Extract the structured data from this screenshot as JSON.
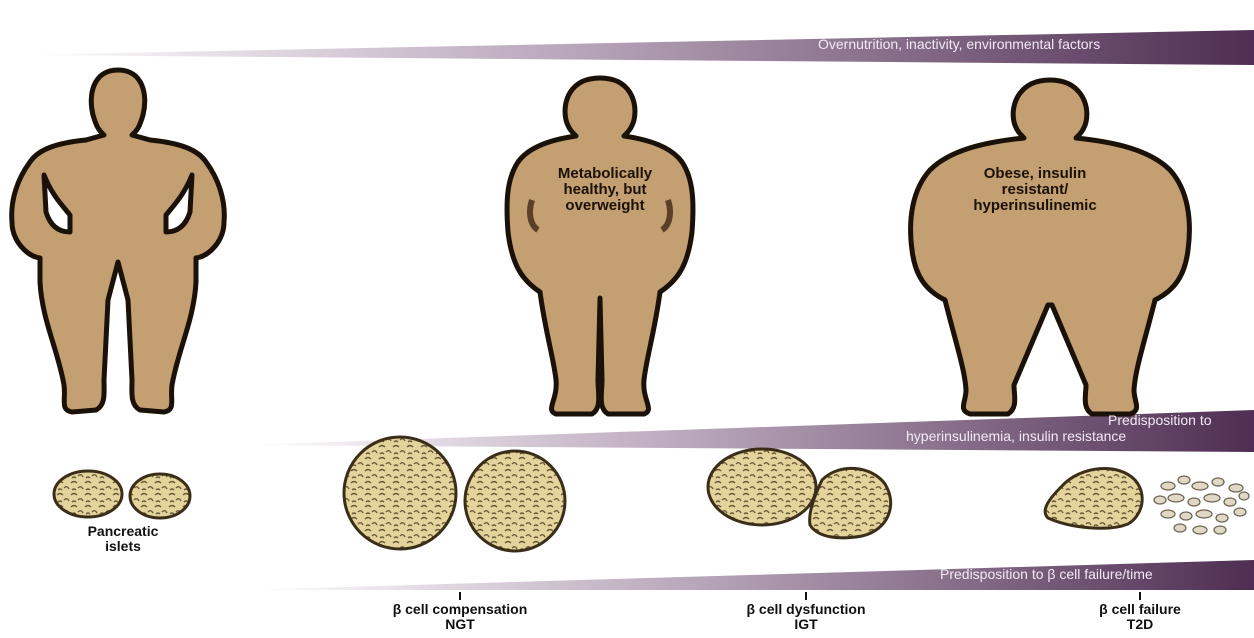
{
  "top_wedge": {
    "label": "Overnutrition, inactivity, environmental factors"
  },
  "middle_wedge": {
    "line1": "Predisposition to",
    "line2": "hyperinsulinemia, insulin resistance"
  },
  "bottom_wedge": {
    "label": "Predisposition to β cell failure/time"
  },
  "figures": {
    "overweight": {
      "line1": "Metabolically",
      "line2": "healthy, but",
      "line3": "overweight"
    },
    "obese": {
      "line1": "Obese, insulin",
      "line2": "resistant/",
      "line3": "hyperinsulinemic"
    }
  },
  "islets": {
    "line1": "Pancreatic",
    "line2": "islets"
  },
  "stages": [
    {
      "line1": "β cell compensation",
      "line2": "NGT"
    },
    {
      "line1": "β cell dysfunction",
      "line2": "IGT"
    },
    {
      "line1": "β cell failure",
      "line2": "T2D"
    }
  ],
  "colors": {
    "skin": "#c49f72",
    "outline": "#1a1208",
    "wedge": "#4e2e52",
    "islet": "#e4d49c"
  }
}
